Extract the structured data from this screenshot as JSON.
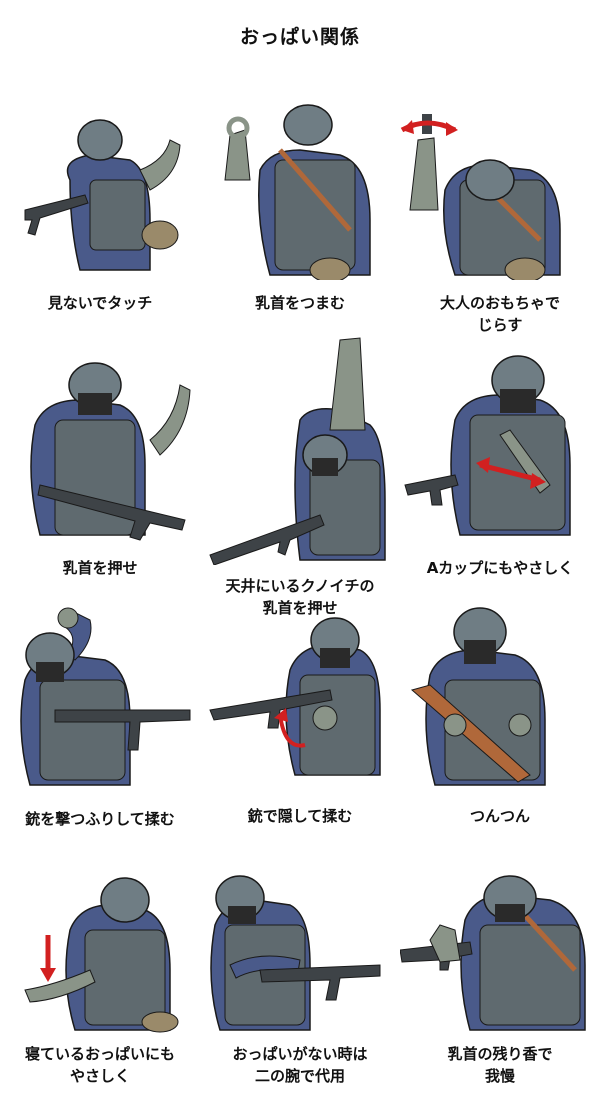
{
  "title": "おっぱい関係",
  "panels": [
    {
      "caption": "見ないでタッチ"
    },
    {
      "caption": "乳首をつまむ"
    },
    {
      "caption": "大人のおもちゃで\nじらす"
    },
    {
      "caption": "乳首を押せ"
    },
    {
      "caption": "天井にいるクノイチの\n乳首を押せ"
    },
    {
      "caption": "Aカップにもやさしく"
    },
    {
      "caption": "銃を撃つふりして揉む"
    },
    {
      "caption": "銃で隠して揉む"
    },
    {
      "caption": "つんつん"
    },
    {
      "caption": "寝ているおっぱいにも\nやさしく"
    },
    {
      "caption": "おっぱいがない時は\n二の腕で代用"
    },
    {
      "caption": "乳首の残り香で\n我慢"
    }
  ],
  "colors": {
    "helmet": "#6f7d84",
    "vest": "#5f6a6f",
    "shirt": "#4a5a8a",
    "glove": "#8a9488",
    "mask": "#2a2a2a",
    "gun": "#3e4347",
    "stock_wood": "#b0683a",
    "arrow_red": "#d22020",
    "outline": "#1a1a1a"
  }
}
